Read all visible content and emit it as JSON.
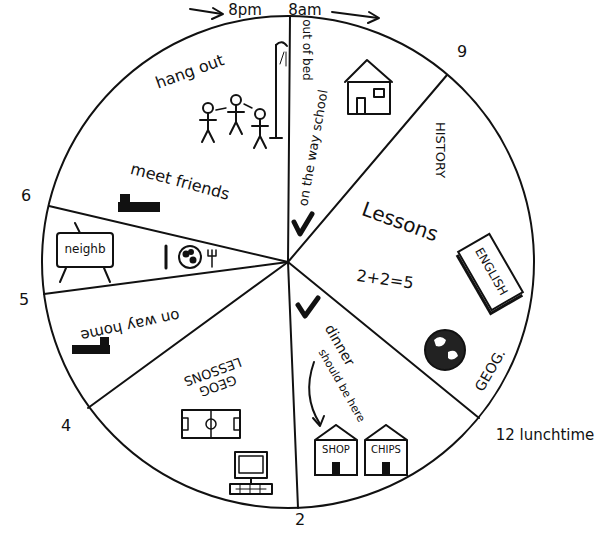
{
  "diagram": {
    "nodes": [
      {
        "text": [
          "ENGLISH"
        ]
      },
      {
        "text": [
          "SHOP"
        ]
      },
      {
        "text": [
          "CHIPS"
        ]
      },
      {
        "text": [
          "neighb"
        ]
      }
    ],
    "labels": [
      "8pm",
      "8am",
      "9",
      "12 lunchtime",
      "2",
      "4",
      "5",
      "6",
      "hang out",
      "out of bed",
      "on the way school",
      "HISTORY",
      "Lessons",
      "2+2=5",
      "GEOG.",
      "dinner",
      "should be here",
      "GEOG LESSONS",
      "on way home",
      "meet friends"
    ]
  }
}
